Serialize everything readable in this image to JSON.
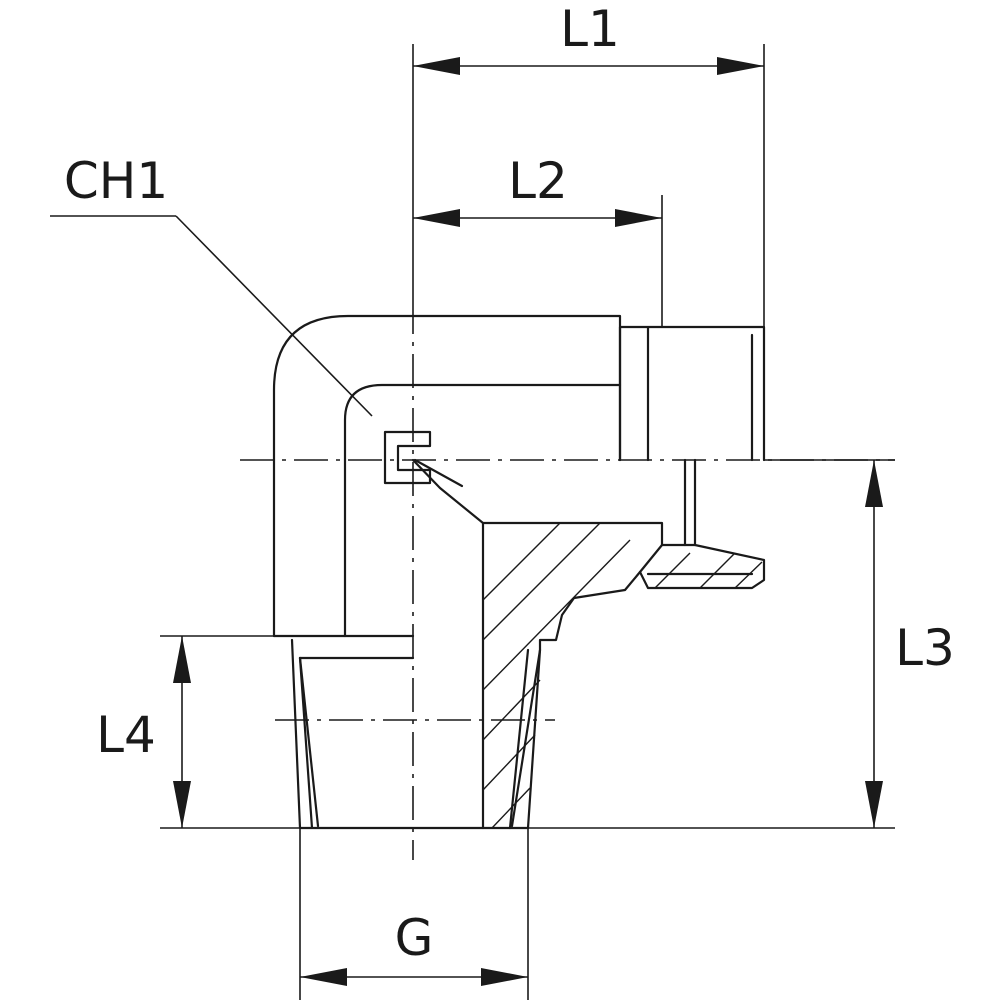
{
  "diagram": {
    "labels": {
      "l1": "L1",
      "l2": "L2",
      "l3": "L3",
      "l4": "L4",
      "ch1": "CH1",
      "g": "G"
    }
  }
}
